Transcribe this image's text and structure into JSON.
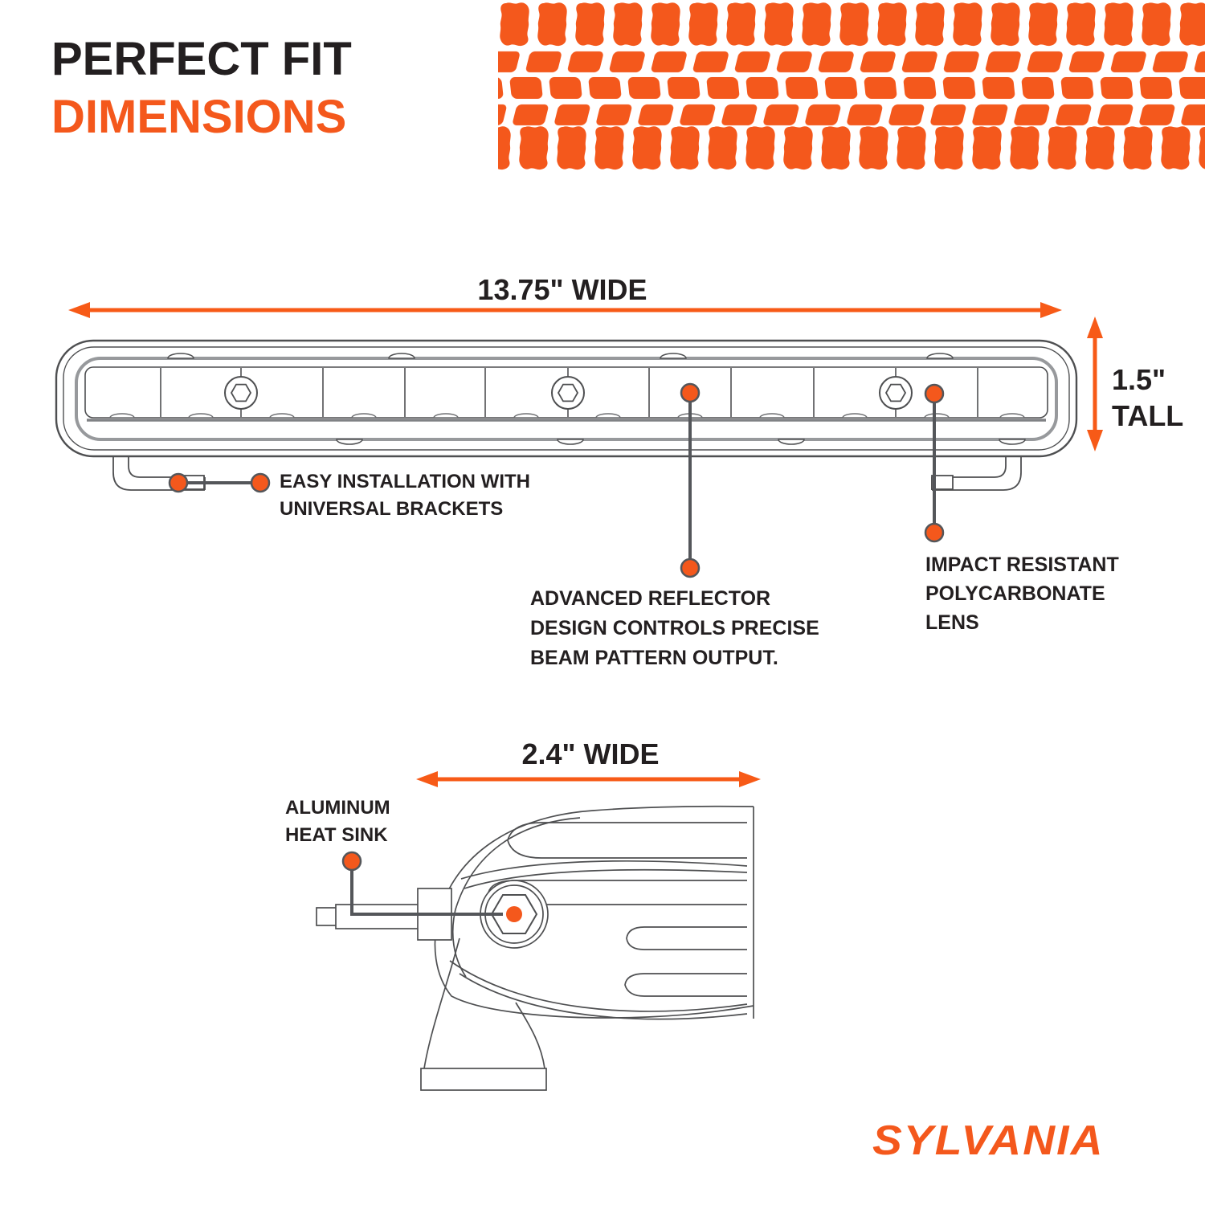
{
  "header": {
    "title_line1": "PERFECT FIT",
    "title_line2": "DIMENSIONS"
  },
  "colors": {
    "accent_orange": "#F4581C",
    "arrow_orange": "#F75A17",
    "text_dark": "#231F20",
    "line_gray": "#54565A"
  },
  "front_view": {
    "width_label": "13.75\" WIDE",
    "height_label_line1": "1.5\"",
    "height_label_line2": "TALL",
    "callouts": {
      "brackets": {
        "line1": "EASY INSTALLATION WITH",
        "line2": "UNIVERSAL BRACKETS"
      },
      "reflector": {
        "line1": "ADVANCED REFLECTOR",
        "line2": "DESIGN CONTROLS PRECISE",
        "line3": "BEAM PATTERN OUTPUT."
      },
      "lens": {
        "line1": "IMPACT RESISTANT",
        "line2": "POLYCARBONATE",
        "line3": "LENS"
      }
    }
  },
  "side_view": {
    "width_label": "2.4\" WIDE",
    "callouts": {
      "heat_sink": {
        "line1": "ALUMINUM",
        "line2": "HEAT SINK"
      }
    }
  },
  "footer": {
    "brand": "SYLVANIA"
  }
}
